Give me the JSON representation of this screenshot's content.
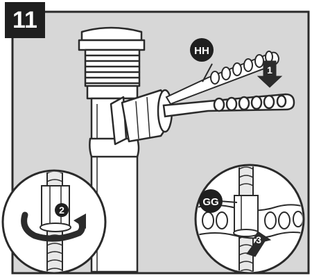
{
  "step": {
    "number": "11"
  },
  "callouts": {
    "hh": "HH",
    "gg": "GG"
  },
  "action_steps": {
    "step1": "1",
    "step2": "2",
    "step3": "3"
  },
  "colors": {
    "frame": "#2a2a2a",
    "background": "#d7d7d7",
    "drawing_fill": "#ffffff",
    "badge": "#1f1f1f",
    "arrow": "#2b2b2b"
  },
  "icons": {
    "faucet": "faucet-pipe-illustration",
    "bracket": "mounting-bracket-illustration",
    "rotate": "rotate-arrow-icon",
    "down": "down-arrow-icon",
    "up": "up-arrow-icon"
  }
}
